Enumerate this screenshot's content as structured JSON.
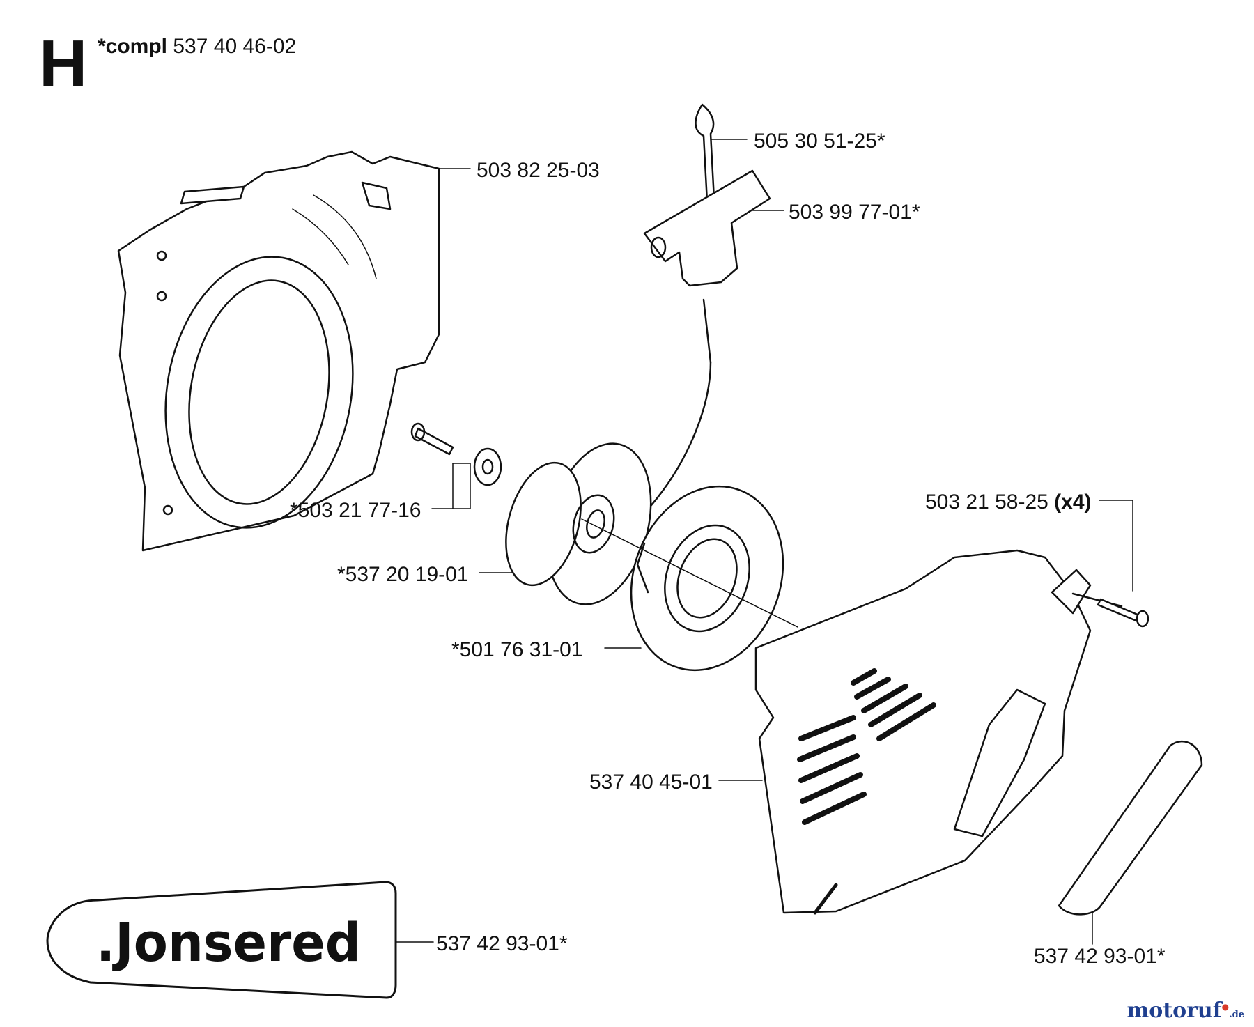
{
  "header": {
    "section_letter": "H",
    "compl_prefix": "*compl",
    "compl_number": "537 40 46-02"
  },
  "parts": {
    "fan_housing": "503 82 25-03",
    "cord": "505 30 51-25*",
    "handle": "503 99 77-01*",
    "screw_washer": "*503 21 77-16",
    "pulley": "*537 20 19-01",
    "spring_cassette": "*501 76 31-01",
    "screw_x4_number": "503 21 58-25",
    "screw_x4_qty": "(x4)",
    "starter_cover": "537 40 45-01",
    "decal_right": "537 42 93-01*",
    "decal_left": "537 42 93-01*"
  },
  "logo_text": ".Jonsered",
  "watermark": {
    "main": "motoruf",
    "tld": ".de"
  }
}
